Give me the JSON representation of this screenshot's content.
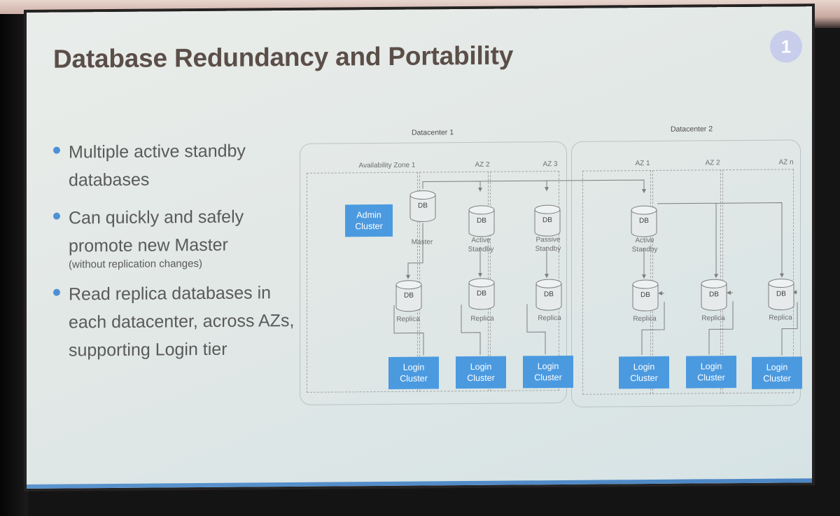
{
  "slide": {
    "title": "Database Redundancy and Portability",
    "slide_number": "1",
    "accent_color": "#4b9ae0",
    "title_color": "#5b4e48",
    "bullets": [
      {
        "text": "Multiple active standby databases",
        "note": ""
      },
      {
        "text": "Can quickly and safely promote new Master",
        "note": "(without replication changes)"
      },
      {
        "text": "Read replica databases in each datacenter, across AZs, supporting Login tier",
        "note": ""
      }
    ]
  },
  "diagram": {
    "datacenters": [
      {
        "label": "Datacenter 1",
        "zones": [
          {
            "label": "Availability Zone 1",
            "admin": "Admin Cluster",
            "primary_db": "DB",
            "primary_role": "Master",
            "replica_db": "DB",
            "replica_role": "Replica",
            "login": "Login Cluster"
          },
          {
            "label": "AZ 2",
            "primary_db": "DB",
            "primary_role": "Active Standby",
            "replica_db": "DB",
            "replica_role": "Replica",
            "login": "Login Cluster"
          },
          {
            "label": "AZ 3",
            "primary_db": "DB",
            "primary_role": "Passive Standby",
            "replica_db": "DB",
            "replica_role": "Replica",
            "login": "Login Cluster"
          }
        ]
      },
      {
        "label": "Datacenter 2",
        "zones": [
          {
            "label": "AZ 1",
            "primary_db": "DB",
            "primary_role": "Active Standby",
            "replica_db": "DB",
            "replica_role": "Replica",
            "login": "Login Cluster"
          },
          {
            "label": "AZ 2",
            "replica_db": "DB",
            "replica_role": "Replica",
            "login": "Login Cluster"
          },
          {
            "label": "AZ n",
            "replica_db": "DB",
            "replica_role": "Replica",
            "login": "Login Cluster"
          }
        ]
      }
    ]
  }
}
